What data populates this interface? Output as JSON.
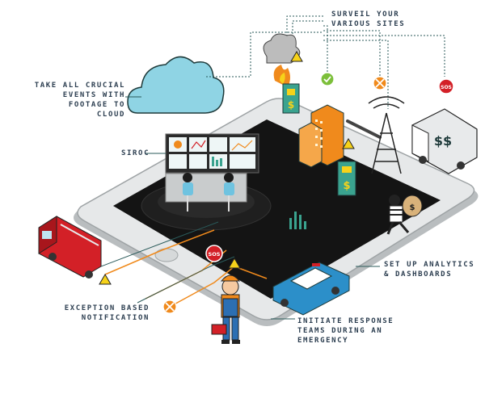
{
  "labels": {
    "surveil": "SURVEIL YOUR\nVARIOUS SITES",
    "cloud_events": "TAKE ALL CRUCIAL\nEVENTS WITH\nFOOTAGE TO\nCLOUD",
    "siroc": "SIROC",
    "analytics": "SET UP ANALYTICS\n& DASHBOARDS",
    "exception": "EXCEPTION BASED\nNOTIFICATION",
    "response": "INITIATE RESPONSE\nTEAMS DURING AN\nEMERGENCY"
  },
  "badges": {
    "sos": "SOS",
    "money": "$$",
    "dollar": "$"
  },
  "colors": {
    "orange": "#f08a1c",
    "teal_line": "#2a5a5a",
    "cloud": "#8fd4e4",
    "screen_black": "#141414",
    "phone_gray": "#c8cbcc",
    "sos_red": "#d32027",
    "warning_yellow": "#f6d21a",
    "check_green": "#7cbf3a",
    "money_green": "#3aa38f"
  }
}
